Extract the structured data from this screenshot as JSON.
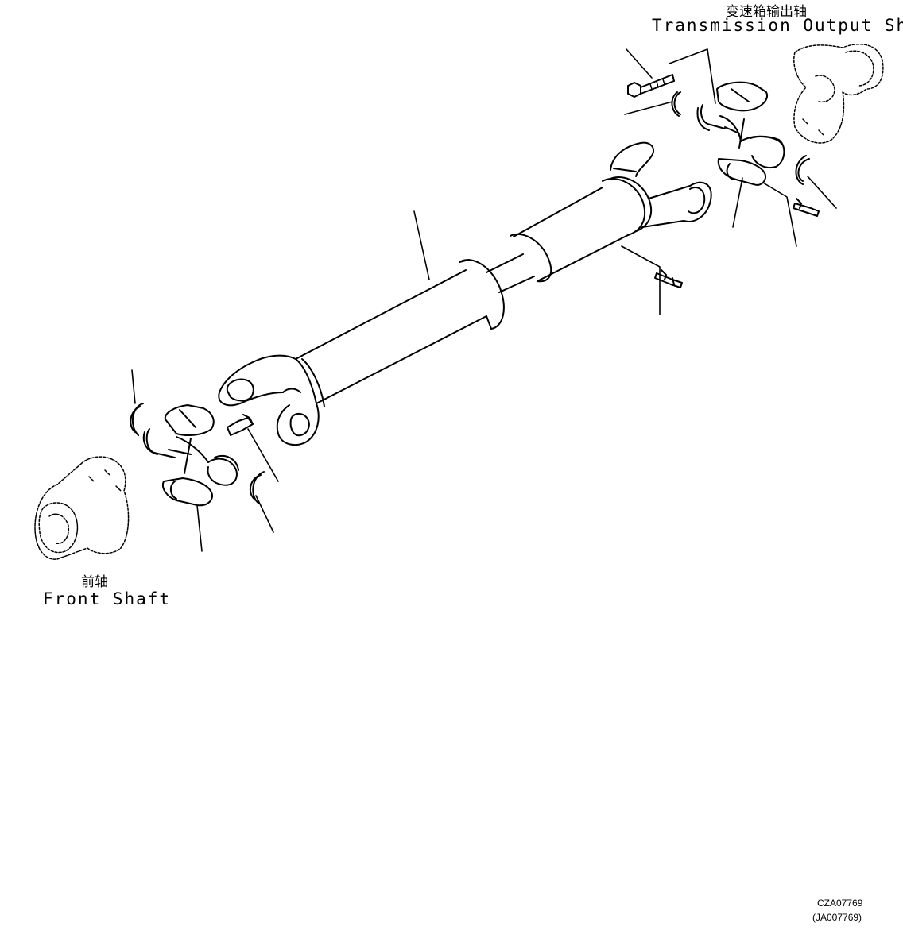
{
  "labels": {
    "transmission_cn": "变速箱输出轴",
    "transmission_en": "Transmission Output Shaft",
    "front_cn": "前轴",
    "front_en": "Front Shaft"
  },
  "codes": {
    "primary": "CZA07769",
    "secondary": "(JA007769)"
  },
  "colors": {
    "line": "#000000",
    "background": "#ffffff"
  }
}
